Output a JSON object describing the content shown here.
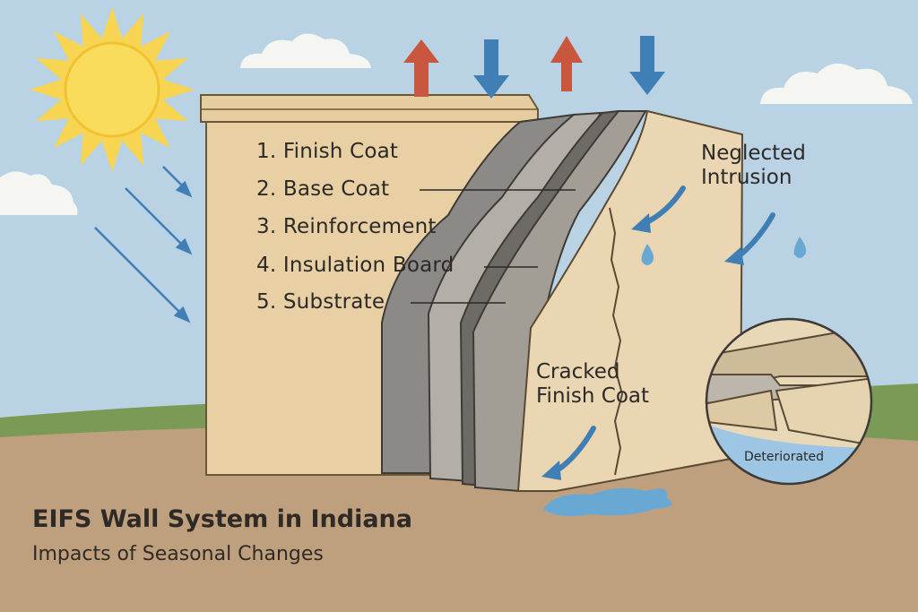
{
  "title": "EIFS Wall System in Indiana",
  "subtitle": "Impacts of Seasonal Changes",
  "layers": [
    {
      "number": "1.",
      "label": "Finish Coat"
    },
    {
      "number": "2.",
      "label": "Base Coat"
    },
    {
      "number": "3.",
      "label": "Reinforcement"
    },
    {
      "number": "4.",
      "label": "Insulation Board"
    },
    {
      "number": "5.",
      "label": "Substrate"
    }
  ],
  "callouts": {
    "intrusion": {
      "line1": "Neglected",
      "line2": "Intrusion"
    },
    "crack": {
      "line1": "Cracked",
      "line2": "Finish Coat"
    },
    "inset": "Deteriorated"
  },
  "colors": {
    "sky": "#b9d3e4",
    "ground": "#bfa07e",
    "grass": "#7a9a55",
    "wall": "#e8cfa4",
    "arrow_up": "#c9573f",
    "arrow_down": "#3f7fb5",
    "water": "#6aa8d4",
    "sun": "#f7d451"
  },
  "icons": [
    "sun-icon",
    "cloud-icon",
    "arrow-up-icon",
    "arrow-down-icon",
    "water-drop-icon",
    "puddle-icon",
    "magnifier-inset-icon"
  ]
}
